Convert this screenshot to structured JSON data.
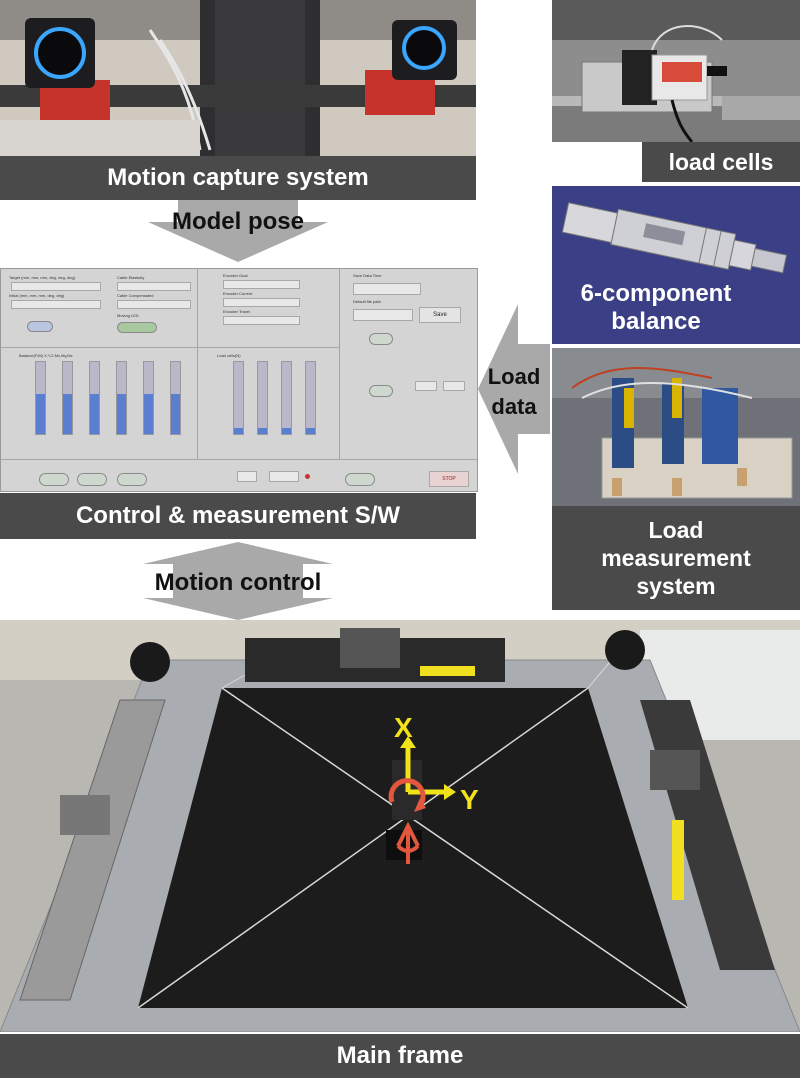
{
  "captions": {
    "motion_capture": "Motion capture system",
    "load_cells": "load cells",
    "six_component": "6-component\nbalance",
    "control_sw": "Control & measurement S/W",
    "load_measurement": "Load\nmeasurement\nsystem",
    "main_frame": "Main frame"
  },
  "arrows": {
    "model_pose": "Model pose",
    "load_data": "Load\ndata",
    "motion_control": "Motion control"
  },
  "axes": {
    "x": "X",
    "y": "Y"
  },
  "software": {
    "save_label": "Save",
    "stop_label": "STOP",
    "bar_values": [
      0.55,
      0.55,
      0.55,
      0.55,
      0.55,
      0.55
    ],
    "load_values": [
      0.08,
      0.08,
      0.08,
      0.08
    ]
  },
  "colors": {
    "caption_bg": "#4a4a4a",
    "arrow_gray": "#a9a9a9",
    "balance_bg": "#3b3f86",
    "axis_yellow": "#f2e21a",
    "rotation_red": "#e2573e",
    "panel_gray": "#d4d4d4",
    "plate_black": "#1c1c1c"
  }
}
